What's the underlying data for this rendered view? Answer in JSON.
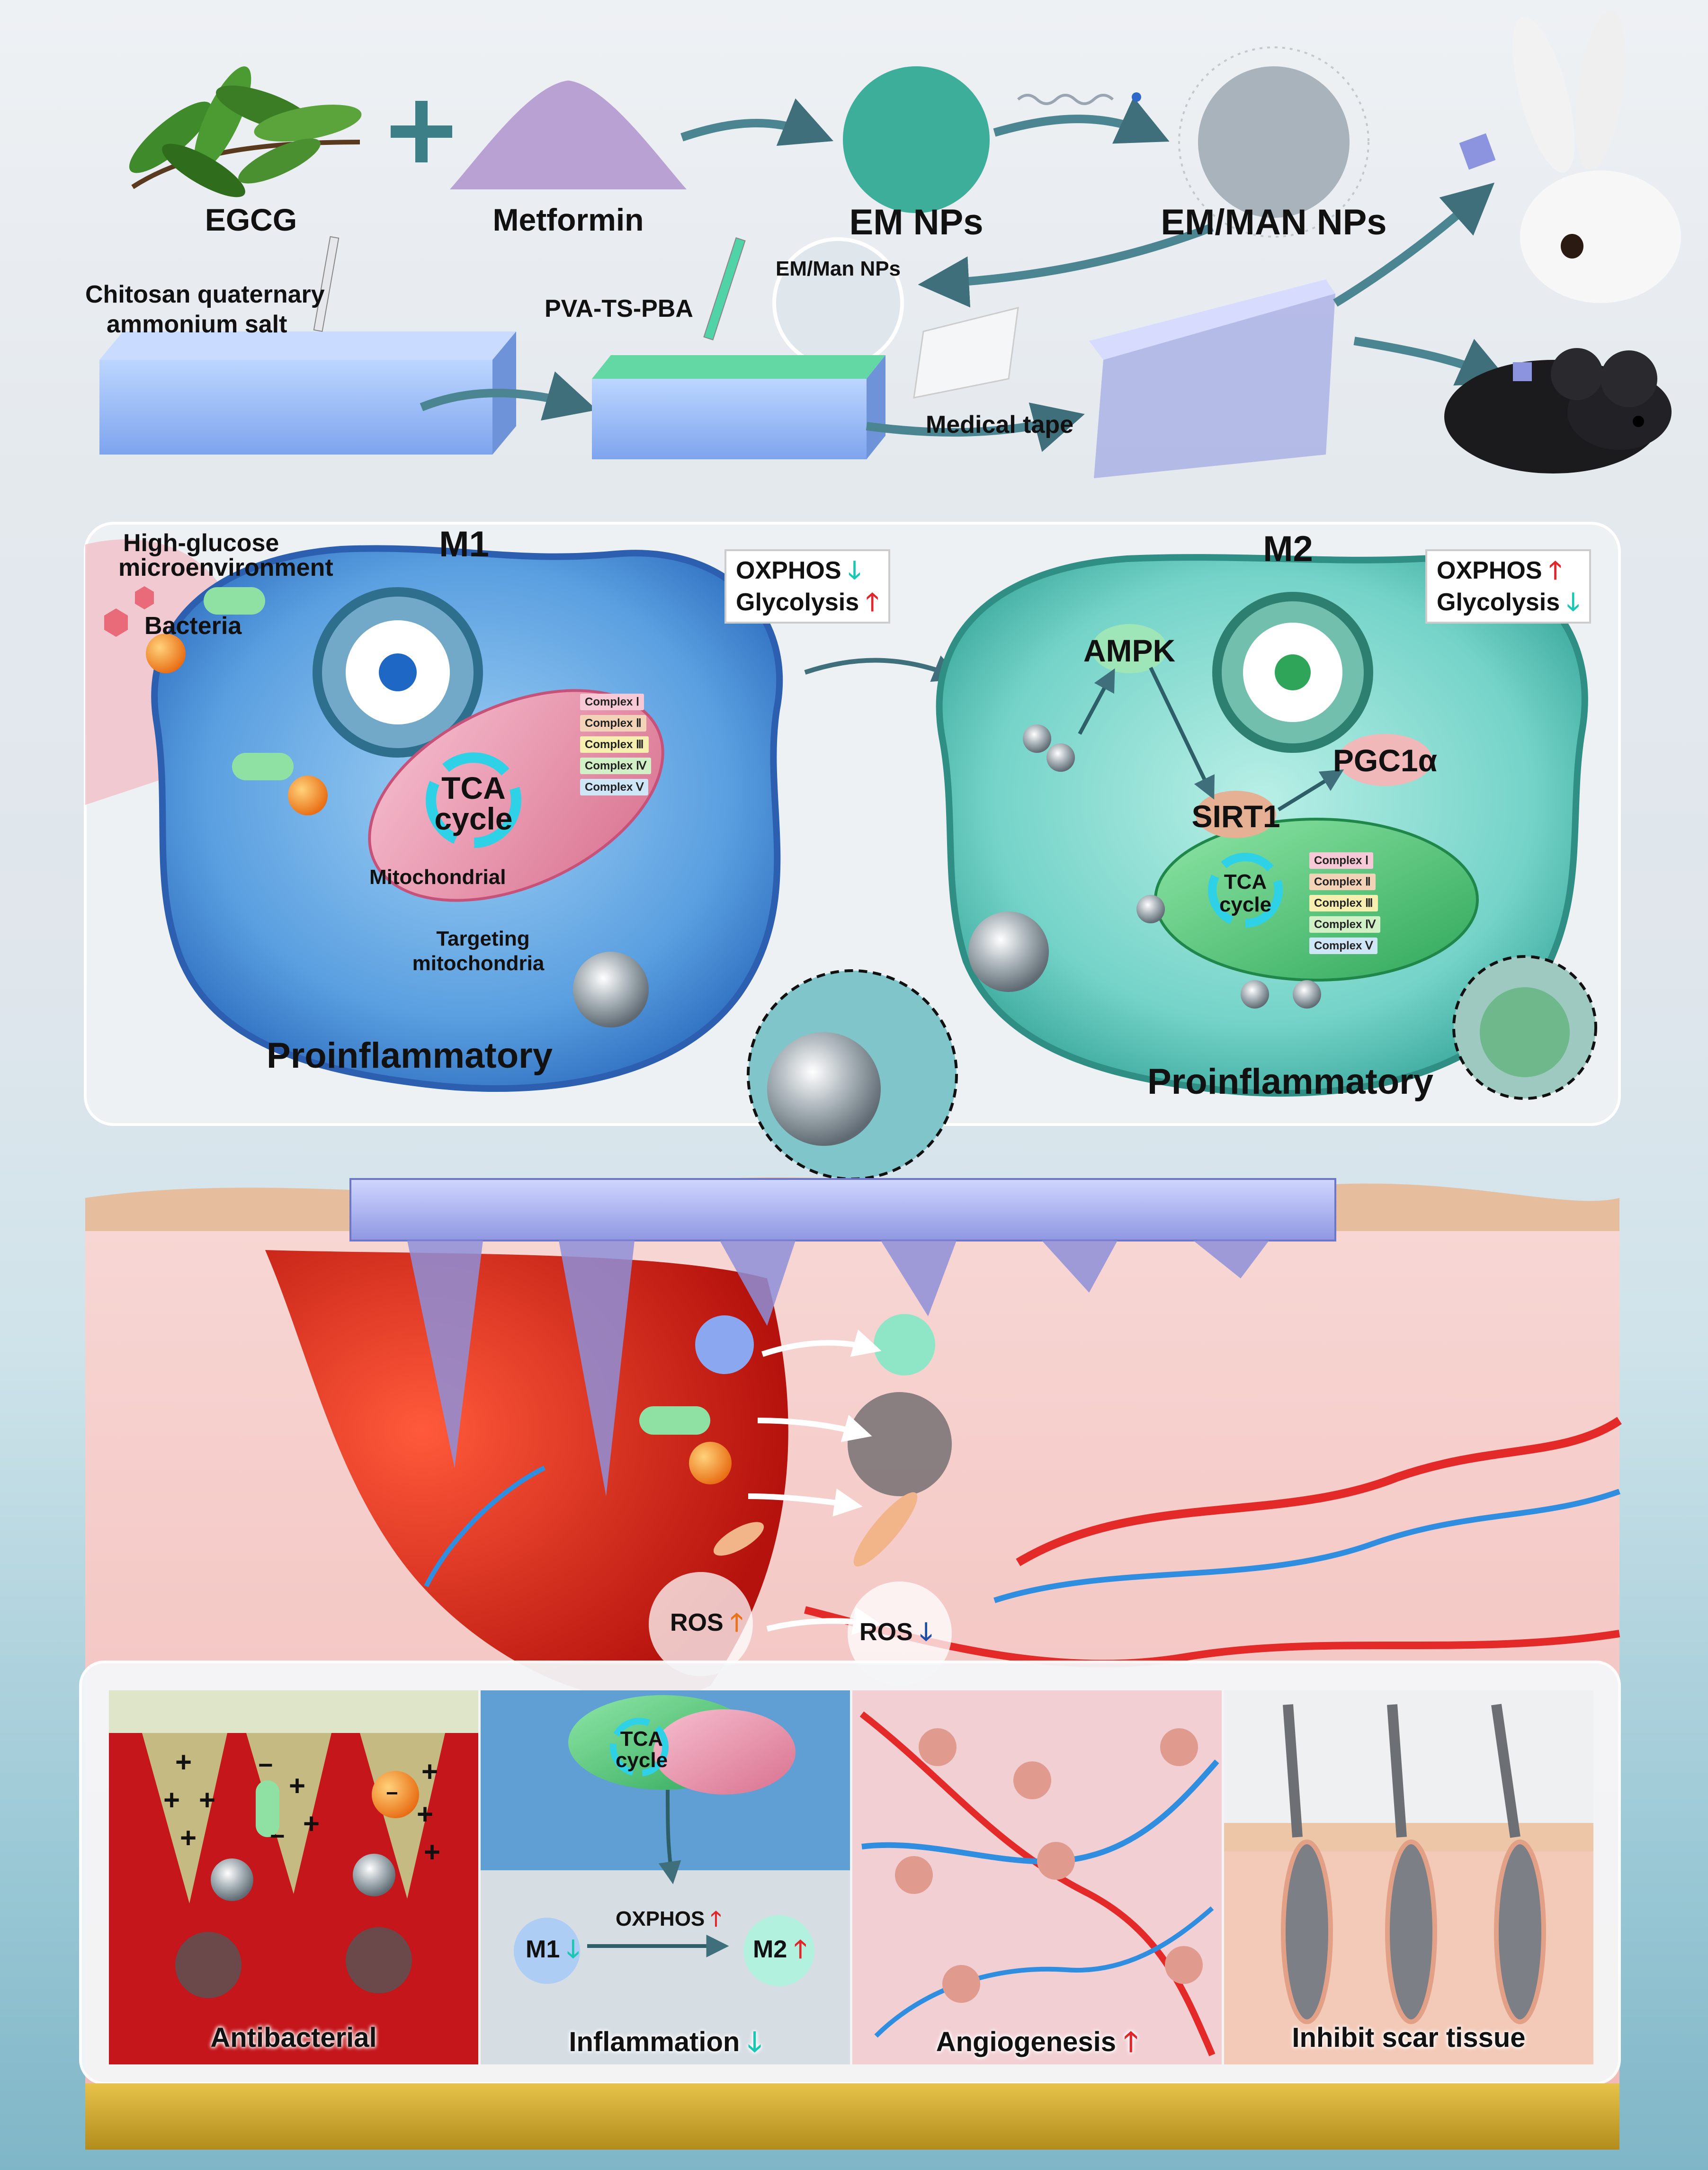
{
  "synthesis": {
    "egcg": "EGCG",
    "metformin": "Metformin",
    "em_nps": "EM NPs",
    "em_man_nps": "EM/MAN NPs",
    "em_man_nps_inset": "EM/Man NPs",
    "chitosan_line1": "Chitosan quaternary",
    "chitosan_line2": "ammonium salt",
    "pva": "PVA-TS-PBA",
    "medical_tape": "Medical tape"
  },
  "cells": {
    "m1_title": "M1",
    "m2_title": "M2",
    "high_glucose_line1": "High-glucose",
    "high_glucose_line2": "microenvironment",
    "bacteria": "Bacteria",
    "tca_line1": "TCA",
    "tca_line2": "cycle",
    "mitochondrial": "Mitochondrial",
    "targeting_line1": "Targeting",
    "targeting_line2": "mitochondria",
    "m1_caption": "Proinflammatory",
    "m2_caption": "Proinflammatory",
    "oxphos": "OXPHOS",
    "glycolysis": "Glycolysis",
    "ampk": "AMPK",
    "sirt1": "SIRT1",
    "pgc1a": "PGC1α",
    "complexes": [
      "Complex Ⅰ",
      "Complex Ⅱ",
      "Complex Ⅲ",
      "Complex Ⅳ",
      "Complex Ⅴ"
    ],
    "complex_colors": [
      "#f7c9d6",
      "#f3d3b8",
      "#f6efb0",
      "#d2f0c6",
      "#cfe6f7"
    ]
  },
  "tissue": {
    "ros_left": "ROS",
    "ros_right": "ROS"
  },
  "outcomes": {
    "antibacterial": "Antibacterial",
    "inflammation": "Inflammation",
    "angiogenesis": "Angiogenesis",
    "scar": "Inhibit scar tissue",
    "tca_line1": "TCA",
    "tca_line2": "cycle",
    "oxphos": "OXPHOS",
    "m1": "M1",
    "m2": "M2"
  },
  "symbols": {
    "up": "🡑",
    "down": "🡓",
    "plus": "+",
    "minus": "−"
  },
  "colors": {
    "m1_cell": "#3f86d6",
    "m2_cell": "#5cc9bf",
    "mito_m1": "#e78fa6",
    "mito_m2": "#46c775",
    "blood": "#d9231c",
    "skin": "#f4c9c9",
    "needle": "#8e8fd8",
    "up_arrow": "#e0262a",
    "down_arrow": "#19c7b4"
  }
}
